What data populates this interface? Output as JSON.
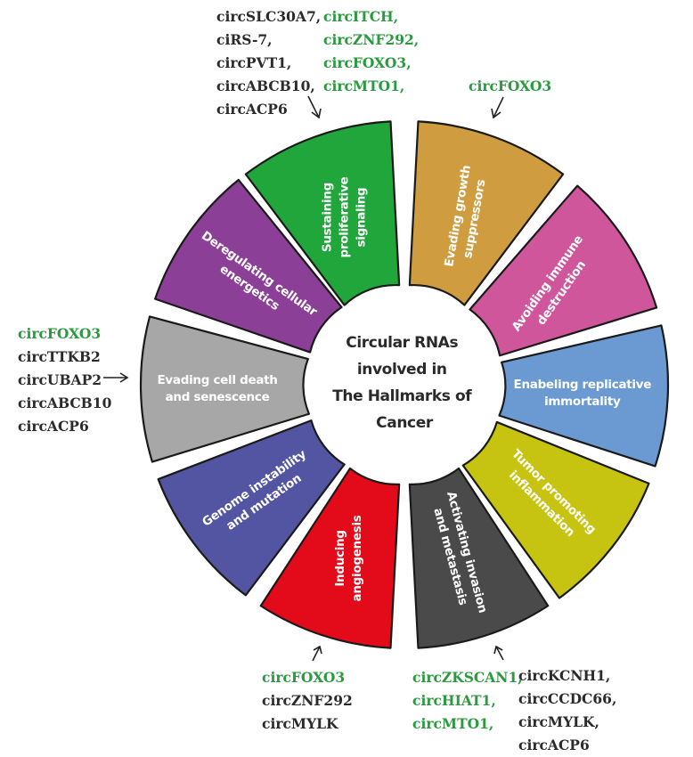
{
  "center_title": [
    "Circular RNAs",
    "involved in",
    "The Hallmarks of",
    "Cancer"
  ],
  "segments": [
    {
      "id": "sustaining-proliferative-signaling",
      "lines": [
        "Sustaining",
        "proliferative",
        "signaling"
      ],
      "color": "#21a63c"
    },
    {
      "id": "evading-growth-suppressors",
      "lines": [
        "Evading growth",
        "suppressors"
      ],
      "color": "#cf9c40"
    },
    {
      "id": "avoiding-immune-destruction",
      "lines": [
        "Avoiding immune",
        "destruction"
      ],
      "color": "#d0569c"
    },
    {
      "id": "enabeling-replicative-immortality",
      "lines": [
        "Enabeling replicative",
        "immortality"
      ],
      "color": "#6b9ad2"
    },
    {
      "id": "tumor-promoting-inflammation",
      "lines": [
        "Tumor promoting",
        "inflammation"
      ],
      "color": "#c6c410"
    },
    {
      "id": "activating-invasion-and-metastasis",
      "lines": [
        "Activating invasion",
        "and metastasis"
      ],
      "color": "#4a4a4a"
    },
    {
      "id": "inducing-angiogenesis",
      "lines": [
        "Inducing",
        "angiogenesis"
      ],
      "color": "#e30a19"
    },
    {
      "id": "genome-instability-and-mutation",
      "lines": [
        "Genome instability",
        "and mutation"
      ],
      "color": "#5355a3"
    },
    {
      "id": "evading-cell-death-and-senescence",
      "lines": [
        "Evading cell death",
        "and senescence"
      ],
      "color": "#a7a7a7"
    },
    {
      "id": "deregulating-cellular-energetics",
      "lines": [
        "Deregulating cellular",
        "energetics"
      ],
      "color": "#8c3f97"
    }
  ],
  "gene_groups": {
    "sustaining_black": [
      "circSLC30A7,",
      "ciRS-7,",
      "circPVT1,",
      "circABCB10,",
      "circACP6"
    ],
    "sustaining_green": [
      "circITCH,",
      "circZNF292,",
      "circFOXO3,",
      "circMTO1,"
    ],
    "growth_green": [
      "circFOXO3"
    ],
    "cell_death": [
      {
        "text": "circFOXO3",
        "tone": "green"
      },
      {
        "text": "circTTKB2",
        "tone": "black"
      },
      {
        "text": "circUBAP2",
        "tone": "black"
      },
      {
        "text": "circABCB10",
        "tone": "black"
      },
      {
        "text": "circACP6",
        "tone": "black"
      }
    ],
    "angiogenesis": [
      {
        "text": "circFOXO3",
        "tone": "green"
      },
      {
        "text": "circZNF292",
        "tone": "black"
      },
      {
        "text": "circMYLK",
        "tone": "black"
      }
    ],
    "invasion_green": [
      "circZKSCAN1,",
      "circHIAT1,",
      "circMTO1,"
    ],
    "invasion_black": [
      "circKCNH1,",
      "circCCDC66,",
      "circMYLK,",
      "circACP6"
    ]
  },
  "colors": {
    "green_text": "#2a9a3e",
    "black_text": "#2b2b2b",
    "outline": "#1a1a1a"
  }
}
